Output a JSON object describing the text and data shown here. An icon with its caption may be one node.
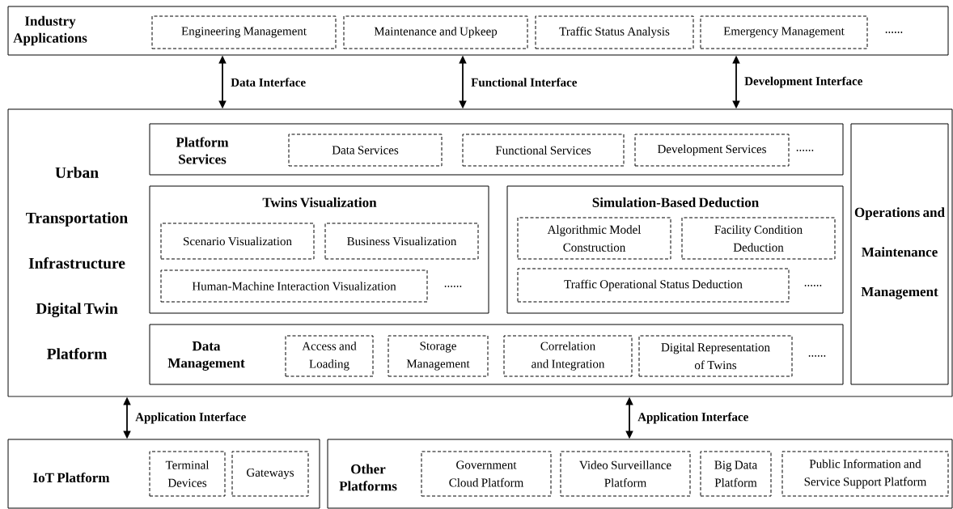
{
  "diagram": {
    "nodes": [
      {
        "text": [
          "Industry Applications"
        ]
      },
      {
        "text": [
          "Engineering Management"
        ],
        "in": 0
      },
      {
        "text": [
          "Maintenance and Upkeep"
        ],
        "in": 0
      },
      {
        "text": [
          "Traffic Status Analysis"
        ],
        "in": 0
      },
      {
        "text": [
          "Emergency Management"
        ],
        "in": 0
      },
      {
        "text": [
          "Urban Transportation Infrastructure Digital Twin Platform"
        ]
      },
      {
        "text": [
          "Platform Services"
        ],
        "in": 5
      },
      {
        "text": [
          "Data Services"
        ],
        "in": 6
      },
      {
        "text": [
          "Functional Services"
        ],
        "in": 6
      },
      {
        "text": [
          "Development Services"
        ],
        "in": 6
      },
      {
        "text": [
          "Twins Visualization"
        ],
        "in": 5
      },
      {
        "text": [
          "Scenario Visualization"
        ],
        "in": 10
      },
      {
        "text": [
          "Business Visualization"
        ],
        "in": 10
      },
      {
        "text": [
          "Human-Machine Interaction Visualization"
        ],
        "in": 10
      },
      {
        "text": [
          "Simulation-Based Deduction"
        ],
        "in": 5
      },
      {
        "text": [
          "Algorithmic Model Construction"
        ],
        "in": 14
      },
      {
        "text": [
          "Facility Condition Deduction"
        ],
        "in": 14
      },
      {
        "text": [
          "Traffic Operational Status Deduction"
        ],
        "in": 14
      },
      {
        "text": [
          "Data Management"
        ],
        "in": 5
      },
      {
        "text": [
          "Access and Loading"
        ],
        "in": 18
      },
      {
        "text": [
          "Storage Management"
        ],
        "in": 18
      },
      {
        "text": [
          "Correlation and Integration"
        ],
        "in": 18
      },
      {
        "text": [
          "Digital Representation of Twins"
        ],
        "in": 18
      },
      {
        "text": [
          "Operations and Maintenance Management"
        ],
        "in": 5
      },
      {
        "text": [
          "IoT Platform"
        ]
      },
      {
        "text": [
          "Terminal Devices"
        ],
        "in": 24
      },
      {
        "text": [
          "Gateways"
        ],
        "in": 24
      },
      {
        "text": [
          "Other Platforms"
        ]
      },
      {
        "text": [
          "Government Cloud Platform"
        ],
        "in": 27
      },
      {
        "text": [
          "Video Surveillance Platform"
        ],
        "in": 27
      },
      {
        "text": [
          "Big Data Platform"
        ],
        "in": 27
      },
      {
        "text": [
          "Public Information and Service Support Platform"
        ],
        "in": 27
      }
    ],
    "edges": [
      {
        "from": 0,
        "to": 5,
        "arrow": "both",
        "label": "Data Interface"
      },
      {
        "from": 0,
        "to": 5,
        "arrow": "both",
        "label": "Functional Interface"
      },
      {
        "from": 0,
        "to": 5,
        "arrow": "both",
        "label": "Development Interface"
      },
      {
        "from": 5,
        "to": 24,
        "arrow": "both",
        "label": "Application Interface"
      },
      {
        "from": 5,
        "to": 27,
        "arrow": "both",
        "label": "Application Interface"
      }
    ],
    "labels": [
      "......",
      "......",
      "......",
      "......",
      "......"
    ]
  }
}
